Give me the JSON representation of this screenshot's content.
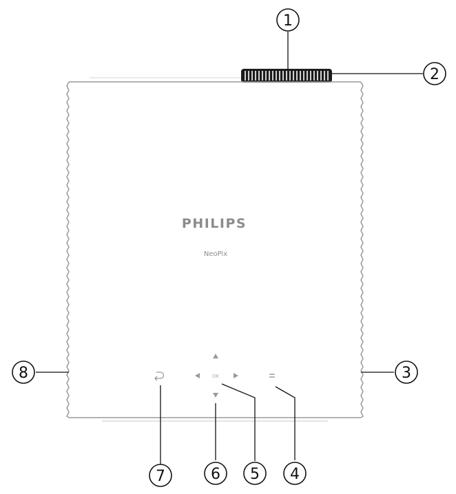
{
  "device": {
    "brand": "PHILIPS",
    "model": "NeoPix"
  },
  "controls": {
    "ok_label": "OK"
  },
  "callouts": [
    {
      "id": "1",
      "label": "1"
    },
    {
      "id": "2",
      "label": "2"
    },
    {
      "id": "3",
      "label": "3"
    },
    {
      "id": "4",
      "label": "4"
    },
    {
      "id": "5",
      "label": "5"
    },
    {
      "id": "6",
      "label": "6"
    },
    {
      "id": "7",
      "label": "7"
    },
    {
      "id": "8",
      "label": "8"
    }
  ],
  "colors": {
    "outline": "#9a9a9a",
    "wheel": "#1c1c1c",
    "text_gray": "#8c8c8c",
    "callout": "#111111"
  }
}
